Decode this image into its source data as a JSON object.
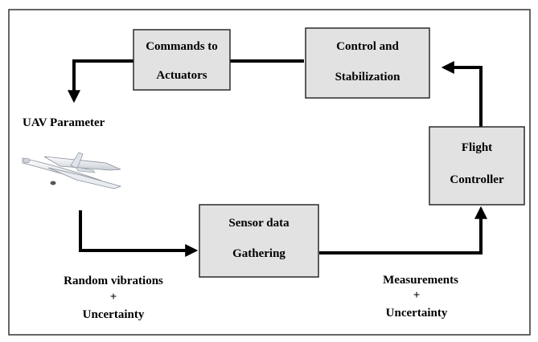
{
  "blocks": {
    "commands": {
      "line1": "Commands to",
      "line2": "Actuators"
    },
    "control": {
      "line1": "Control and",
      "line2": "Stabilization"
    },
    "flight": {
      "line1": "Flight",
      "line2": "Controller"
    },
    "sensor": {
      "line1": "Sensor data",
      "line2": "Gathering"
    }
  },
  "labels": {
    "uav_parameter": "UAV Parameter",
    "random_vibrations": "Random vibrations",
    "plus_left": "+",
    "uncertainty_left": "Uncertainty",
    "measurements": "Measurements",
    "plus_right": "+",
    "uncertainty_right": "Uncertainty"
  },
  "colors": {
    "box_fill": "#e2e2e2",
    "line": "#000000",
    "frame": "#333333"
  },
  "icons": {
    "uav": "uav-drone-image"
  }
}
